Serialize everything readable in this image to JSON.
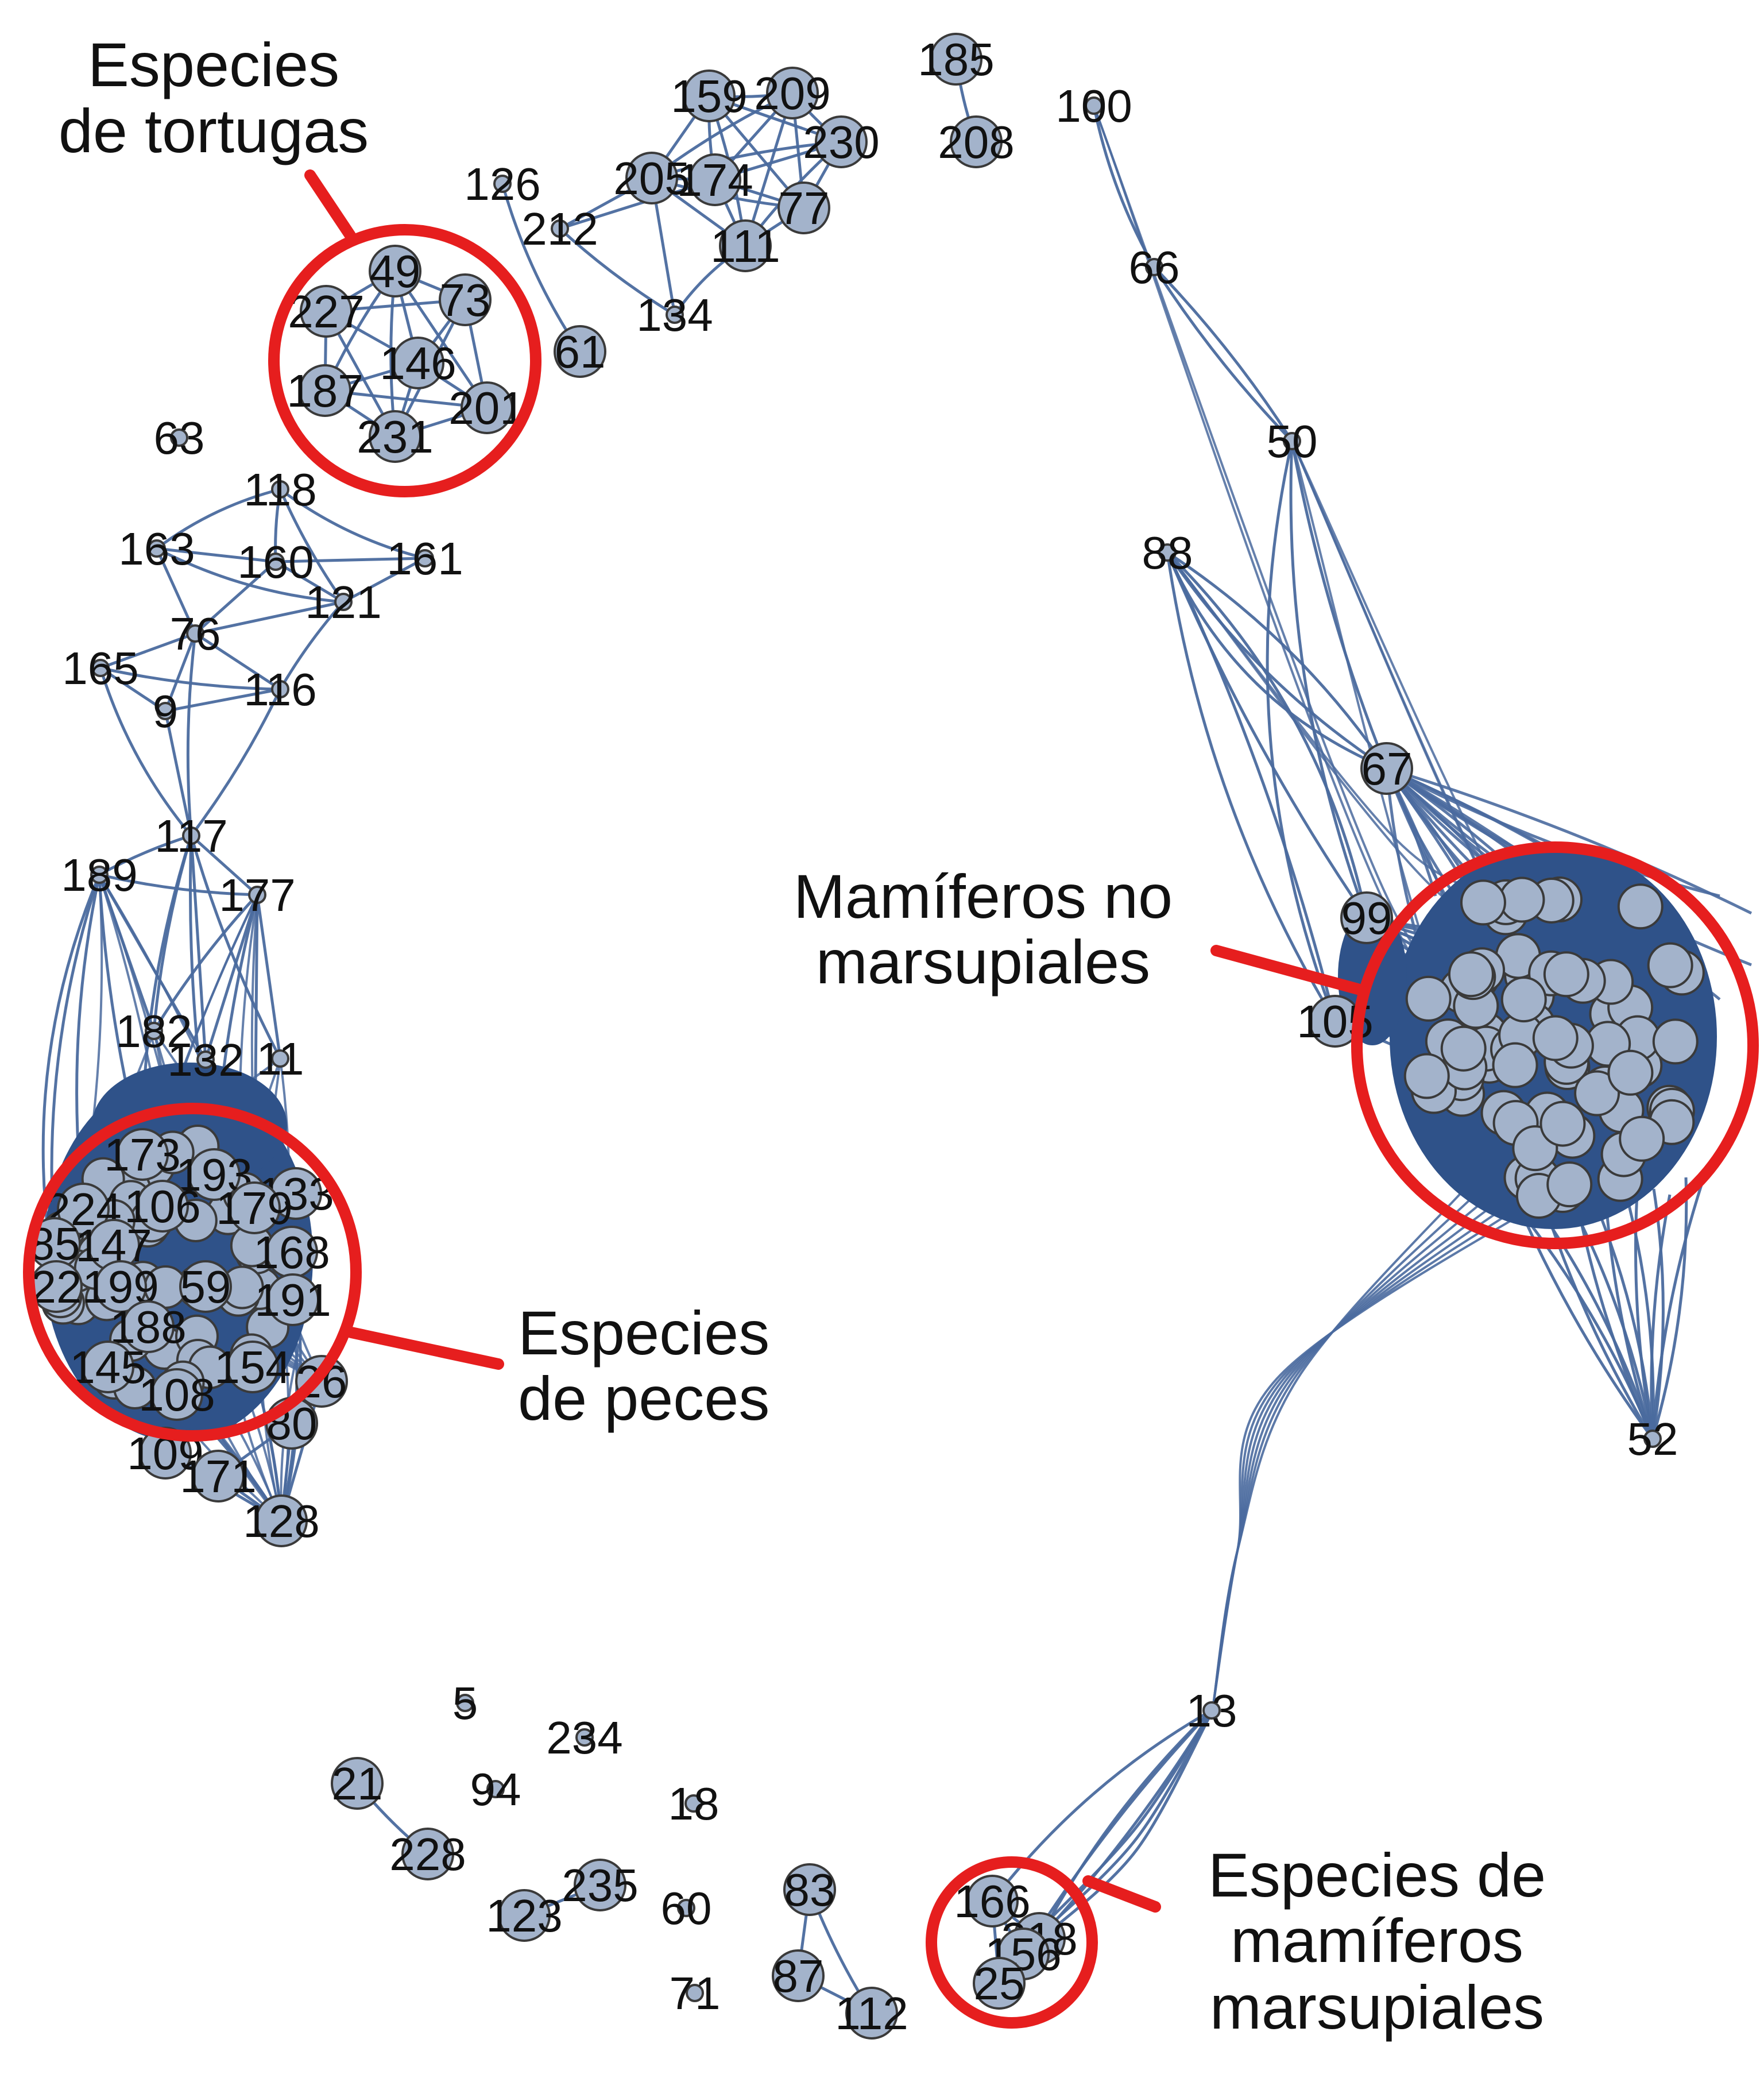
{
  "colors": {
    "edge": "#4a6a9e",
    "node_fill": "#a3b3cb",
    "node_stroke": "#3a3a3a",
    "highlight": "#e61e1e",
    "dense_fill": "#2f5289"
  },
  "annotations": {
    "turtles": [
      "Especies",
      "de tortugas"
    ],
    "nonmarsupial": [
      "Mamíferos no",
      "marsupiales"
    ],
    "fish": [
      "Especies",
      "de peces"
    ],
    "marsupial": [
      "Especies de",
      "mamíferos",
      "marsupiales"
    ]
  },
  "nodes": [
    {
      "id": "185",
      "big": true
    },
    {
      "id": "208",
      "big": true
    },
    {
      "id": "100",
      "big": false
    },
    {
      "id": "66",
      "big": false
    },
    {
      "id": "50",
      "big": false
    },
    {
      "id": "88",
      "big": false
    },
    {
      "id": "159",
      "big": true
    },
    {
      "id": "209",
      "big": true
    },
    {
      "id": "230",
      "big": true
    },
    {
      "id": "205",
      "big": true
    },
    {
      "id": "174",
      "big": true
    },
    {
      "id": "77",
      "big": true
    },
    {
      "id": "111",
      "big": true
    },
    {
      "id": "126",
      "big": false
    },
    {
      "id": "212",
      "big": false
    },
    {
      "id": "134",
      "big": false
    },
    {
      "id": "61",
      "big": true
    },
    {
      "id": "49",
      "big": true
    },
    {
      "id": "73",
      "big": true
    },
    {
      "id": "227",
      "big": true
    },
    {
      "id": "146",
      "big": true
    },
    {
      "id": "187",
      "big": true
    },
    {
      "id": "201",
      "big": true
    },
    {
      "id": "231",
      "big": true
    },
    {
      "id": "63",
      "big": false
    },
    {
      "id": "118",
      "big": false
    },
    {
      "id": "163",
      "big": false
    },
    {
      "id": "160",
      "big": false
    },
    {
      "id": "161",
      "big": false
    },
    {
      "id": "121",
      "big": false
    },
    {
      "id": "76",
      "big": false
    },
    {
      "id": "165",
      "big": false
    },
    {
      "id": "9",
      "big": false
    },
    {
      "id": "116",
      "big": false
    },
    {
      "id": "117",
      "big": false
    },
    {
      "id": "189",
      "big": false
    },
    {
      "id": "177",
      "big": false
    },
    {
      "id": "182",
      "big": false
    },
    {
      "id": "132",
      "big": false
    },
    {
      "id": "11",
      "big": false
    },
    {
      "id": "173",
      "big": true
    },
    {
      "id": "193",
      "big": true
    },
    {
      "id": "133",
      "big": true
    },
    {
      "id": "224",
      "big": true
    },
    {
      "id": "106",
      "big": true
    },
    {
      "id": "179",
      "big": true
    },
    {
      "id": "85",
      "big": true
    },
    {
      "id": "147",
      "big": true
    },
    {
      "id": "168",
      "big": true
    },
    {
      "id": "22",
      "big": true
    },
    {
      "id": "199",
      "big": true
    },
    {
      "id": "59",
      "big": true
    },
    {
      "id": "191",
      "big": true
    },
    {
      "id": "188",
      "big": true
    },
    {
      "id": "145",
      "big": true
    },
    {
      "id": "154",
      "big": true
    },
    {
      "id": "26",
      "big": true
    },
    {
      "id": "108",
      "big": true
    },
    {
      "id": "80",
      "big": true
    },
    {
      "id": "109",
      "big": true
    },
    {
      "id": "171",
      "big": true
    },
    {
      "id": "128",
      "big": true
    },
    {
      "id": "67",
      "big": true
    },
    {
      "id": "99",
      "big": true
    },
    {
      "id": "105",
      "big": true
    },
    {
      "id": "52",
      "big": false
    },
    {
      "id": "13",
      "big": false
    },
    {
      "id": "166",
      "big": true
    },
    {
      "id": "218",
      "big": true
    },
    {
      "id": "156",
      "big": true
    },
    {
      "id": "25",
      "big": true
    },
    {
      "id": "5",
      "big": false
    },
    {
      "id": "234",
      "big": false
    },
    {
      "id": "21",
      "big": true
    },
    {
      "id": "94",
      "big": false
    },
    {
      "id": "18",
      "big": false
    },
    {
      "id": "228",
      "big": true
    },
    {
      "id": "235",
      "big": true
    },
    {
      "id": "123",
      "big": true
    },
    {
      "id": "60",
      "big": false
    },
    {
      "id": "83",
      "big": true
    },
    {
      "id": "87",
      "big": true
    },
    {
      "id": "71",
      "big": false
    },
    {
      "id": "112",
      "big": true
    }
  ]
}
